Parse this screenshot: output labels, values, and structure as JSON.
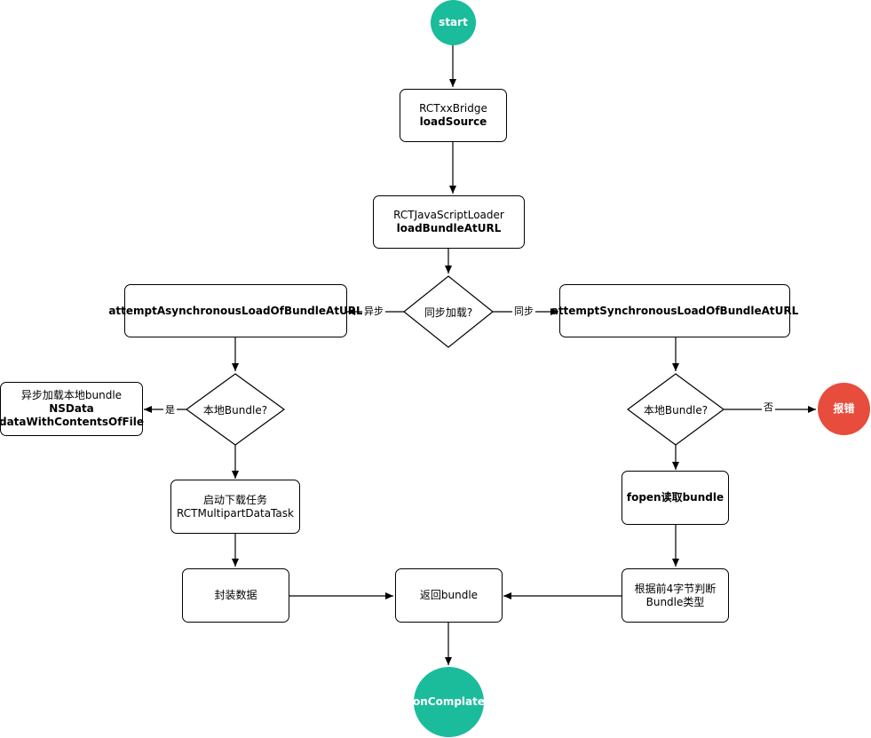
{
  "colors": {
    "start": "#1bbc9b",
    "error": "#e74c3c",
    "stroke": "#000000"
  },
  "nodes": {
    "start": "start",
    "bridge": {
      "line1": "RCTxxBridge",
      "line2": "loadSource"
    },
    "loader": {
      "line1": "RCTJavaScriptLoader",
      "line2": "loadBundleAtURL"
    },
    "sync_decision": "同步加载?",
    "async_load": "attemptAsynchronousLoadOfBundleAtURL",
    "sync_load": "attemptSynchronousLoadOfBundleAtURL",
    "async_local_decision": "本地Bundle?",
    "sync_local_decision": "本地Bundle?",
    "async_local_read": {
      "line1": "异步加载本地bundle",
      "line2": "NSData",
      "line3": "dataWithContentsOfFile"
    },
    "download_task": {
      "line1": "启动下载任务",
      "line2": "RCTMultipartDataTask"
    },
    "error": "报错",
    "fopen": "fopen读取bundle",
    "wrap_data": "封装数据",
    "return_bundle": "返回bundle",
    "detect_type": {
      "line1": "根据前4字节判断",
      "line2": "Bundle类型"
    },
    "complete": "onComplate"
  },
  "edge_labels": {
    "async": "异步",
    "sync": "同步",
    "yes": "是",
    "no": "否"
  }
}
